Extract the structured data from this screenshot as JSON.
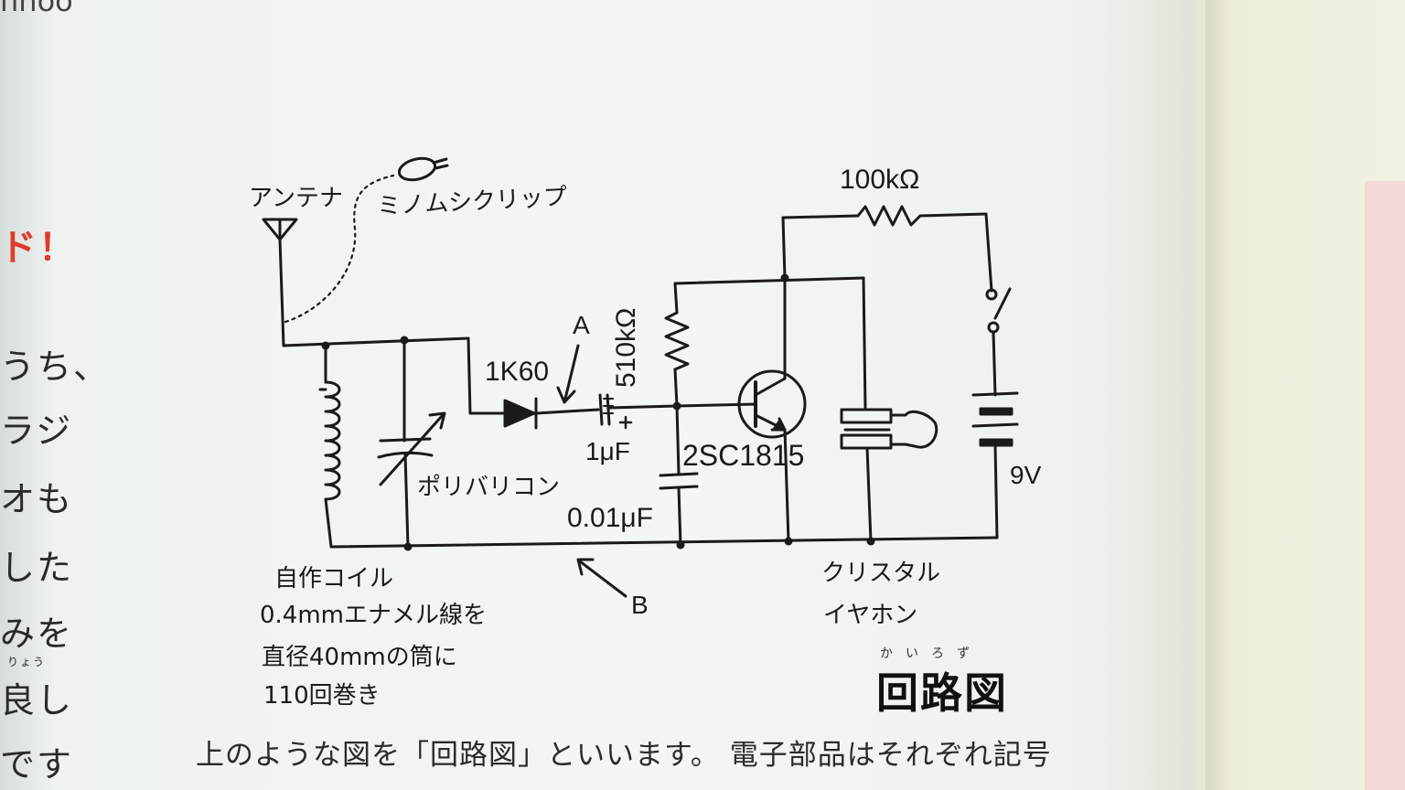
{
  "side_text": {
    "banner": "nnoo",
    "headline_fragment": "ド！",
    "lines": [
      "うち、",
      "ラジ",
      "オも",
      "した",
      "みを",
      "良し",
      "です"
    ],
    "ruby": "りょう"
  },
  "schematic": {
    "antenna": "アンテナ",
    "clip": "ミノムシクリップ",
    "diode": "1K60",
    "point_a": "A",
    "point_b": "B",
    "capacitor_1u": "1μF",
    "resistor_510k": "510kΩ",
    "resistor_100k": "100kΩ",
    "transistor": "2SC1815",
    "capacitor_001u": "0.01μF",
    "varicon": "ポリバリコン",
    "coil_title": "自作コイル",
    "coil_line1": "0.4mmエナメル線を",
    "coil_line2": "直径40mmの筒に",
    "coil_line3": "110回巻き",
    "earphone_line1": "クリスタル",
    "earphone_line2": "イヤホン",
    "battery": "9V"
  },
  "heading": {
    "title": "回路図",
    "ruby": "かいろず"
  },
  "body_text": "上のような図を「回路図」といいます。 電子部品はそれぞれ記号",
  "colors": {
    "ink": "#1a1a1a",
    "accent_red": "#e03a2a",
    "paper": "#f2f6f4"
  }
}
